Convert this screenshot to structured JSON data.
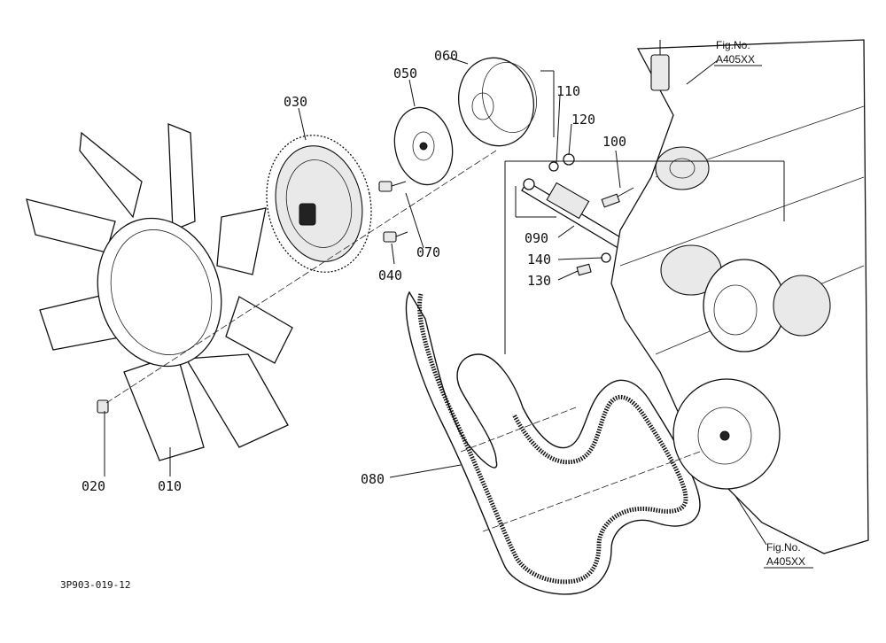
{
  "drawing_code": "3P903-019-12",
  "fig_refs": [
    {
      "prefix": "Fig.No.",
      "code": "A405XX"
    },
    {
      "prefix": "Fig.No.",
      "code": "A405XX"
    }
  ],
  "callouts": [
    "010",
    "020",
    "030",
    "040",
    "050",
    "060",
    "070",
    "080",
    "090",
    "100",
    "110",
    "120",
    "130",
    "140"
  ]
}
